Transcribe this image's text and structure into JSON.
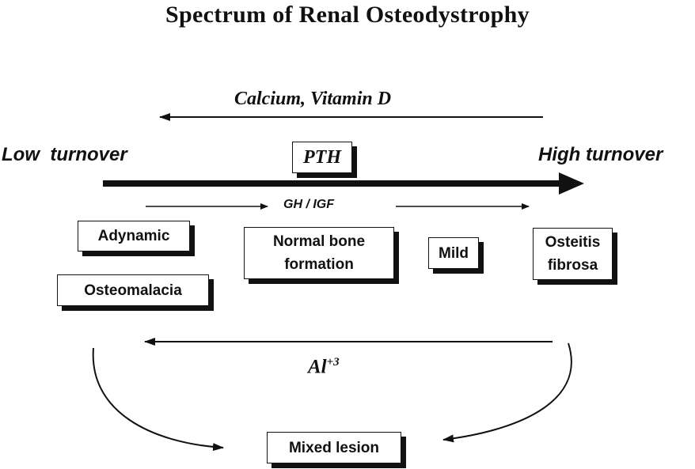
{
  "title": "Spectrum of Renal Osteodystrophy",
  "labels": {
    "calcium_vitd": "Calcium, Vitamin D",
    "low_turnover": "Low  turnover",
    "high_turnover": "High turnover",
    "pth": "PTH",
    "gh_igf": "GH / IGF",
    "al_base": "Al",
    "al_sup": "+3"
  },
  "boxes": {
    "adynamic": "Adynamic",
    "osteomalacia": "Osteomalacia",
    "normal_line1": "Normal bone",
    "normal_line2": "formation",
    "mild": "Mild",
    "osteitis_line1": "Osteitis",
    "osteitis_line2": "fibrosa",
    "mixed": "Mixed lesion"
  }
}
